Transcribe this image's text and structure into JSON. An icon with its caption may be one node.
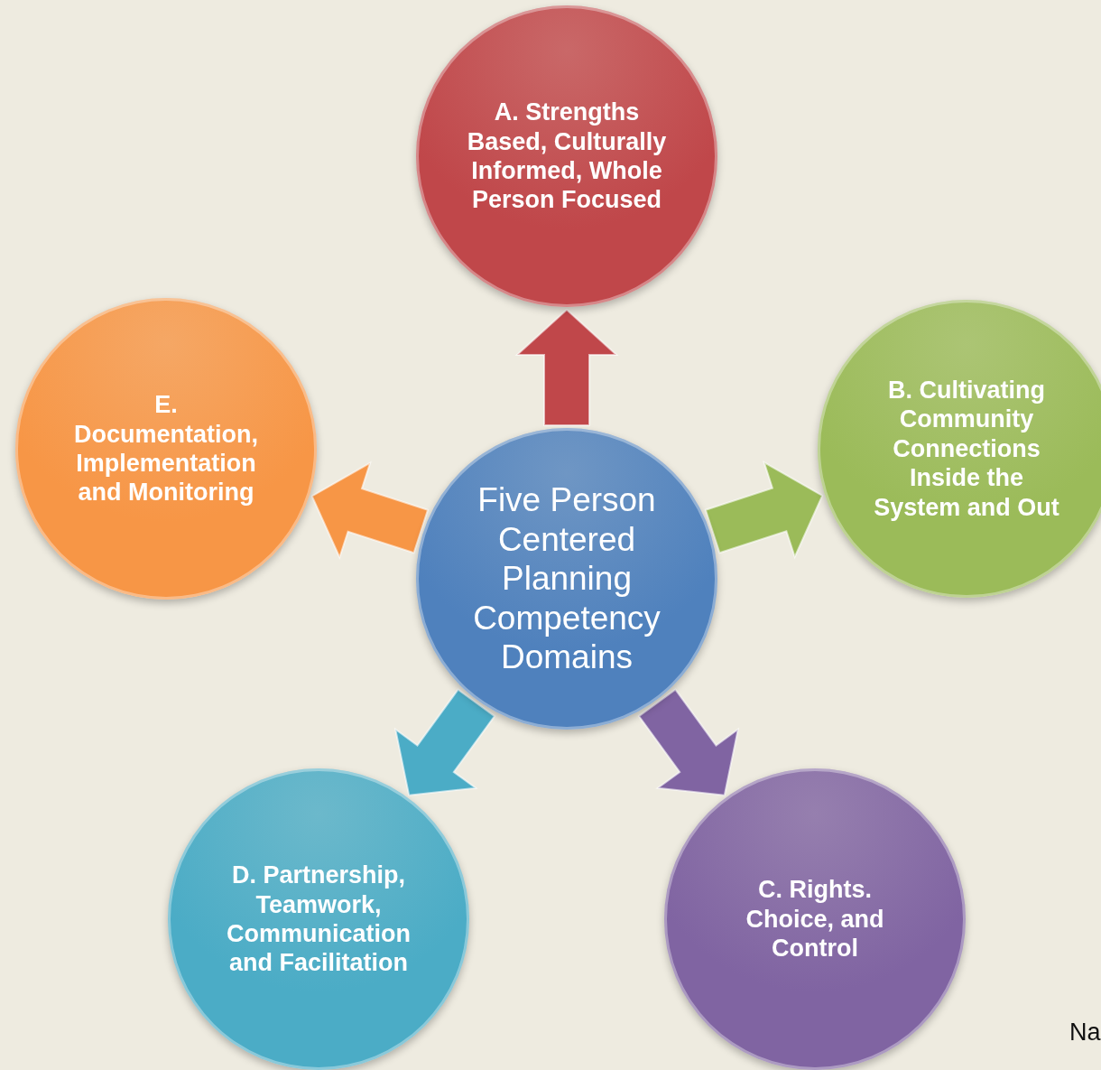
{
  "diagram": {
    "nodes": [
      {
        "text": [
          "A. Strengths Based, Culturally Informed, Whole Person Focused"
        ]
      },
      {
        "text": [
          "E. Documentation, Implementation and Monitoring"
        ]
      },
      {
        "text": [
          "B. Cultivating Community Connections Inside the System and Out"
        ]
      },
      {
        "text": [
          "Five Person Centered Planning Competency Domains"
        ]
      },
      {
        "text": [
          "D. Partnership, Teamwork, Communication and Facilitation"
        ]
      },
      {
        "text": [
          "C. Rights. Choice, and Control"
        ]
      }
    ],
    "edges": [
      {
        "from": 3,
        "to": 0,
        "arrow": "to",
        "style": "thick",
        "color": "#c0474a"
      },
      {
        "from": 3,
        "to": 2,
        "arrow": "to",
        "style": "thick",
        "color": "#9bbb59"
      },
      {
        "from": 3,
        "to": 5,
        "arrow": "to",
        "style": "thick",
        "color": "#8064a2"
      },
      {
        "from": 3,
        "to": 4,
        "arrow": "to",
        "style": "thick",
        "color": "#4bacc6"
      },
      {
        "from": 3,
        "to": 1,
        "arrow": "to",
        "style": "thick",
        "color": "#f79646"
      }
    ],
    "labels": [
      "Na"
    ]
  }
}
